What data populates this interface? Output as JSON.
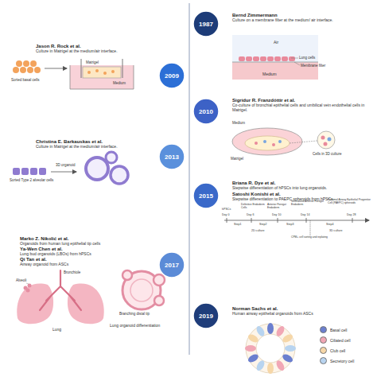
{
  "diagram": {
    "nodes": [
      {
        "text": [
          "1987"
        ]
      },
      {
        "text": [
          "2009"
        ]
      },
      {
        "text": [
          "2010"
        ]
      },
      {
        "text": [
          "2013"
        ]
      },
      {
        "text": [
          "2015"
        ]
      },
      {
        "text": [
          "2017"
        ]
      },
      {
        "text": [
          "2019"
        ]
      }
    ],
    "labels": [
      "Bernd Zimmermann",
      "Culture on a membrane filter at the medium/ air interface.",
      "Air",
      "Lung cells",
      "Membrane filter",
      "Medium",
      "Jason R. Rock et al.",
      "Culture in Matrigel at the medium/air interface.",
      "Sorted basal cells",
      "Matrigel",
      "Medium",
      "Sigridur R. Franzdóttir et al.",
      "Co-culture of bronchial epithelial cells and umbilical vein endothelial cells in Matrigel.",
      "Medium",
      "Matrigel",
      "Cells in 3D culture",
      "Christina E. Barkauskas et al.",
      "Culture in Matrigel at the medium/air interface.",
      "Sorted Type 2 alveolar cells",
      "3D organoid",
      "Briana R. Dye et al.",
      "Stepwise differentiation of hPSCs into lung organoids.",
      "Satoshi Konishi et al.",
      "Stepwise differentiation to PAEPC spheroids from hPSCs.",
      "hPSCs",
      "Day 0",
      "Definitive Endoderm Cells",
      "Day 6",
      "Anterior Foregut Endoderm",
      "Day 10",
      "Ventralized Anterior Foregut Endoderm",
      "Day 14",
      "Proximal Airway Epithelial Progenitor Cell (PAEPC) spheroids",
      "Day 28",
      "Step1",
      "Step2",
      "Step3",
      "Step4",
      "2D culture",
      "3D culture",
      "CPM+ cell sorting and replating",
      "Marko Z. Nikolić et al.",
      "Organoids from human lung epithelial tip cells",
      "Ya-Wen Chen et al.",
      "Lung bud organoids (LBOs) from hPSCs",
      "Qi Tan et al.",
      "Airway organoid from ASCs",
      "Bronchiole",
      "Alveoli",
      "Lung",
      "Branching distal tip",
      "Lung organoid differentiation",
      "Norman Sachs et al.",
      "Human airway epithelial organoids from ASCs"
    ],
    "legend": [
      {
        "text": "Basal cell",
        "color": "#6b7fcf"
      },
      {
        "text": "Ciliated cell",
        "color": "#f1a7b5"
      },
      {
        "text": "Club cell",
        "color": "#f6d7a8"
      },
      {
        "text": "Secretory cell",
        "color": "#b8d4f0"
      }
    ]
  }
}
